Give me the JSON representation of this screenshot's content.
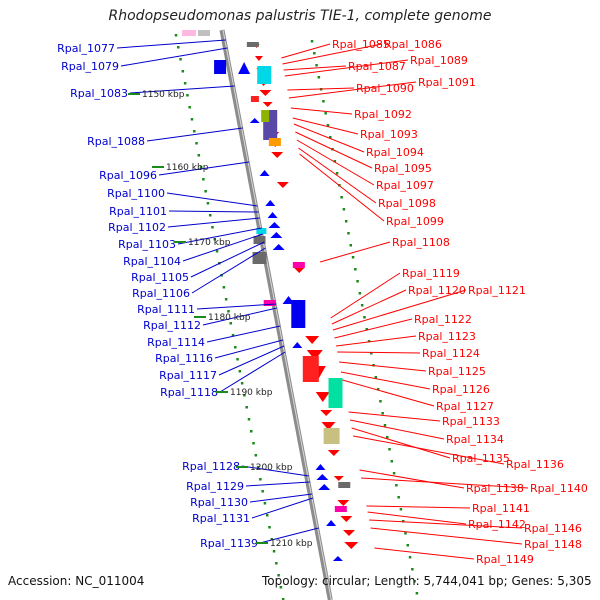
{
  "title": "Rhodopseudomonas palustris TIE-1, complete genome",
  "footer": {
    "accession": "Accession: NC_011004",
    "summary": "Topology: circular; Length: 5,744,041 bp; Genes: 5,305"
  },
  "colors": {
    "backbone": "#8c8c8c",
    "forward_label": "#ff0000",
    "reverse_label": "#0000cc",
    "tick": "#1a8a1a",
    "forward_gene": "#ff0000",
    "reverse_gene": "#0000ff"
  },
  "kbp_ticks": [
    "1150 kbp",
    "1160 kbp",
    "1170 kbp",
    "1180 kbp",
    "1190 kbp",
    "1200 kbp",
    "1210 kbp"
  ],
  "reverse_labels": [
    "Rpal_1077",
    "Rpal_1079",
    "Rpal_1083",
    "Rpal_1088",
    "Rpal_1096",
    "Rpal_1100",
    "Rpal_1101",
    "Rpal_1102",
    "Rpal_1103",
    "Rpal_1104",
    "Rpal_1105",
    "Rpal_1106",
    "Rpal_1111",
    "Rpal_1112",
    "Rpal_1114",
    "Rpal_1116",
    "Rpal_1117",
    "Rpal_1118",
    "Rpal_1128",
    "Rpal_1129",
    "Rpal_1130",
    "Rpal_1131",
    "Rpal_1139"
  ],
  "forward_labels": [
    "Rpal_1085",
    "Rpal_1086",
    "Rpal_1087",
    "Rpal_1089",
    "Rpal_1090",
    "Rpal_1091",
    "Rpal_1092",
    "Rpal_1093",
    "Rpal_1094",
    "Rpal_1095",
    "Rpal_1097",
    "Rpal_1098",
    "Rpal_1099",
    "Rpal_1108",
    "Rpal_1119",
    "Rpal_1120",
    "Rpal_1121",
    "Rpal_1122",
    "Rpal_1123",
    "Rpal_1124",
    "Rpal_1125",
    "Rpal_1126",
    "Rpal_1127",
    "Rpal_1133",
    "Rpal_1134",
    "Rpal_1135",
    "Rpal_1136",
    "Rpal_1138",
    "Rpal_1140",
    "Rpal_1141",
    "Rpal_1142",
    "Rpal_1146",
    "Rpal_1148",
    "Rpal_1149"
  ]
}
